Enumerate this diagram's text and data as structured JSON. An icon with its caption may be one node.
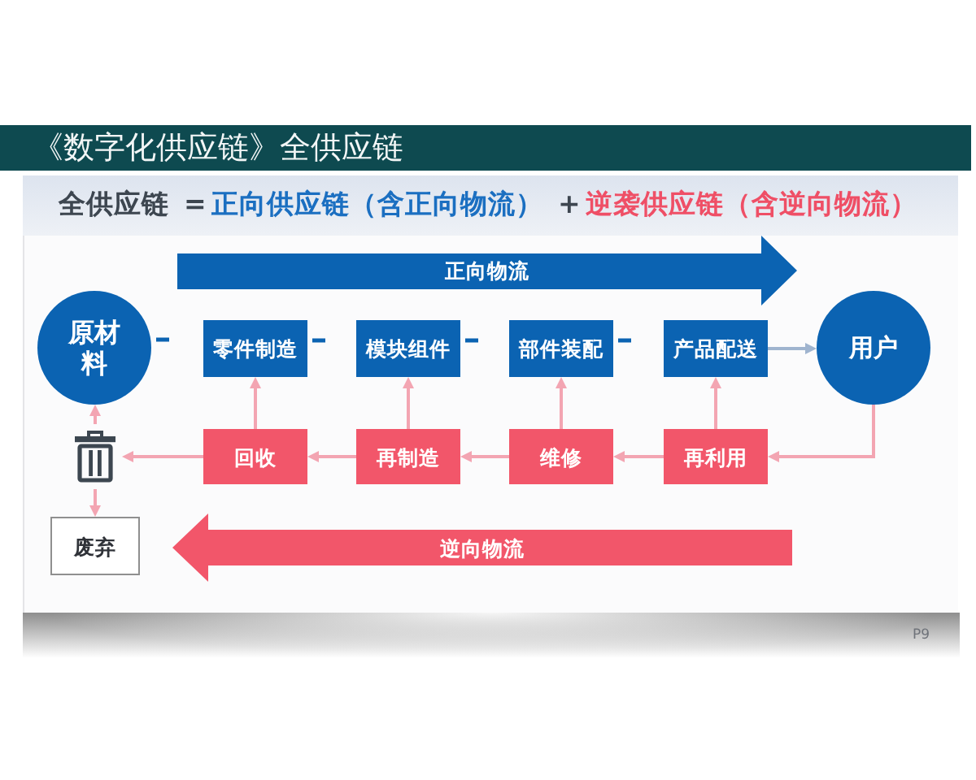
{
  "diagram": {
    "title": "《数字化供应链》全供应链",
    "nodes": [
      {
        "text": [
          "正向物流"
        ]
      },
      {
        "text": [
          "原材料"
        ]
      },
      {
        "text": [
          "零件制造"
        ]
      },
      {
        "text": [
          "模块组件"
        ]
      },
      {
        "text": [
          "部件装配"
        ]
      },
      {
        "text": [
          "产品配送"
        ]
      },
      {
        "text": [
          "用户"
        ]
      },
      {
        "text": [],
        "shape": "picture"
      },
      {
        "text": [
          "回收"
        ]
      },
      {
        "text": [
          "再制造"
        ]
      },
      {
        "text": [
          "维修"
        ]
      },
      {
        "text": [
          "再利用"
        ]
      },
      {
        "text": [
          "废弃"
        ]
      },
      {
        "text": [
          "逆向物流"
        ]
      }
    ],
    "edges": [
      {
        "from": 1,
        "to": null,
        "arrow": "none",
        "color": "#0b63b2"
      },
      {
        "from": 2,
        "to": null,
        "arrow": "none",
        "color": "#0b63b2"
      },
      {
        "from": 3,
        "to": null,
        "arrow": "none",
        "color": "#0b63b2"
      },
      {
        "from": 4,
        "to": null,
        "arrow": "none",
        "color": "#0b63b2"
      },
      {
        "from": 5,
        "to": 6,
        "arrow": "to",
        "color": "#9fb4cf"
      },
      {
        "from": 6,
        "to": 11,
        "arrow": "to"
      },
      {
        "from": 11,
        "to": 10,
        "arrow": "to"
      },
      {
        "from": 10,
        "to": 9,
        "arrow": "to"
      },
      {
        "from": 9,
        "to": 8,
        "arrow": "to"
      },
      {
        "from": 8,
        "to": 7,
        "arrow": "to"
      },
      {
        "from": 8,
        "to": 2,
        "arrow": "to"
      },
      {
        "from": 9,
        "to": 3,
        "arrow": "to"
      },
      {
        "from": 10,
        "to": 4,
        "arrow": "to"
      },
      {
        "from": 11,
        "to": 5,
        "arrow": "to"
      },
      {
        "from": 7,
        "to": 1,
        "arrow": "to"
      },
      {
        "from": 7,
        "to": 12,
        "arrow": "to"
      }
    ],
    "labels": [
      "全供应链",
      "=",
      "正向供应链（含正向物流）",
      "+",
      "逆袭供应链（含逆向物流）",
      "P9"
    ]
  }
}
